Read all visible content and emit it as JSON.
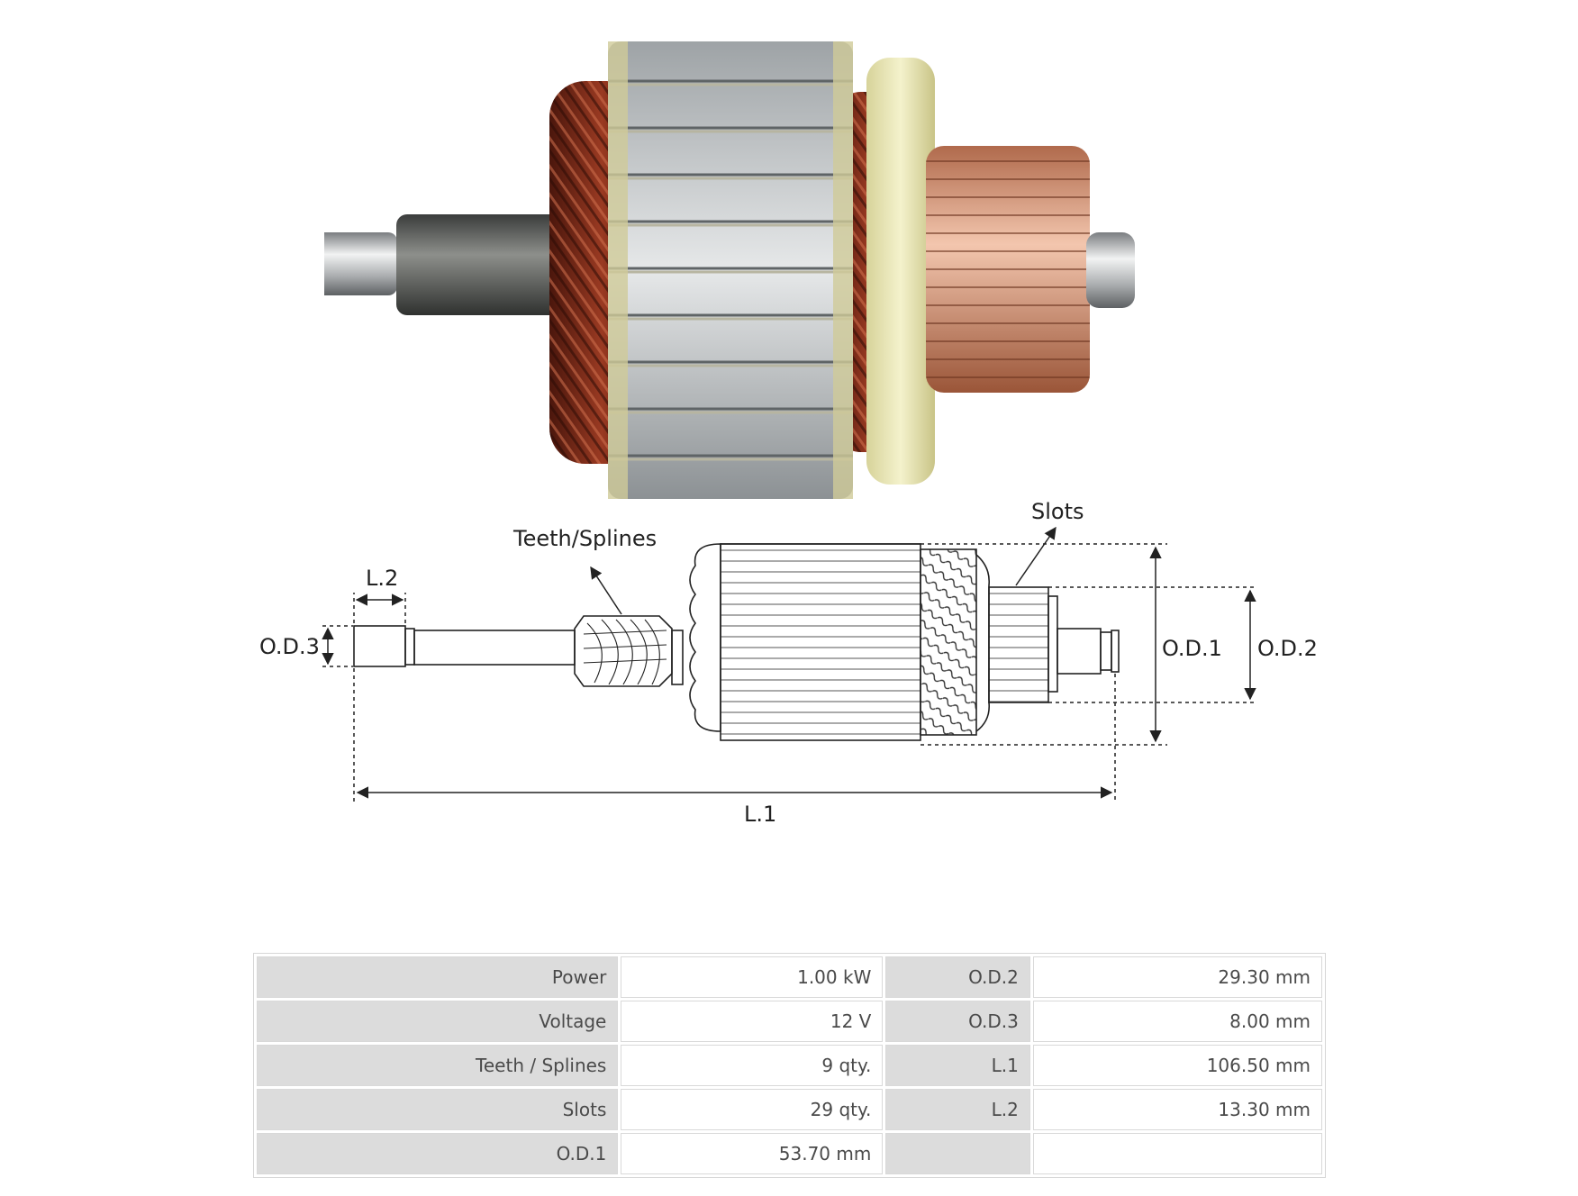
{
  "diagram": {
    "labels": {
      "teeth_splines": "Teeth/Splines",
      "slots": "Slots",
      "l2": "L.2",
      "od3": "O.D.3",
      "od1": "O.D.1",
      "od2": "O.D.2",
      "l1": "L.1"
    }
  },
  "specs": {
    "rows": [
      {
        "label1": "Power",
        "value1": "1.00 kW",
        "label2": "O.D.2",
        "value2": "29.30 mm"
      },
      {
        "label1": "Voltage",
        "value1": "12 V",
        "label2": "O.D.3",
        "value2": "8.00 mm"
      },
      {
        "label1": "Teeth / Splines",
        "value1": "9 qty.",
        "label2": "L.1",
        "value2": "106.50 mm"
      },
      {
        "label1": "Slots",
        "value1": "29 qty.",
        "label2": "L.2",
        "value2": "13.30 mm"
      },
      {
        "label1": "O.D.1",
        "value1": "53.70 mm",
        "label2": "",
        "value2": ""
      }
    ]
  },
  "colors": {
    "copper": "#8a2f1c",
    "steel": "#c9ccce",
    "insulator": "#ece9b8",
    "commutator": "#d89a7a",
    "table_label_bg": "#dcdcdc"
  }
}
